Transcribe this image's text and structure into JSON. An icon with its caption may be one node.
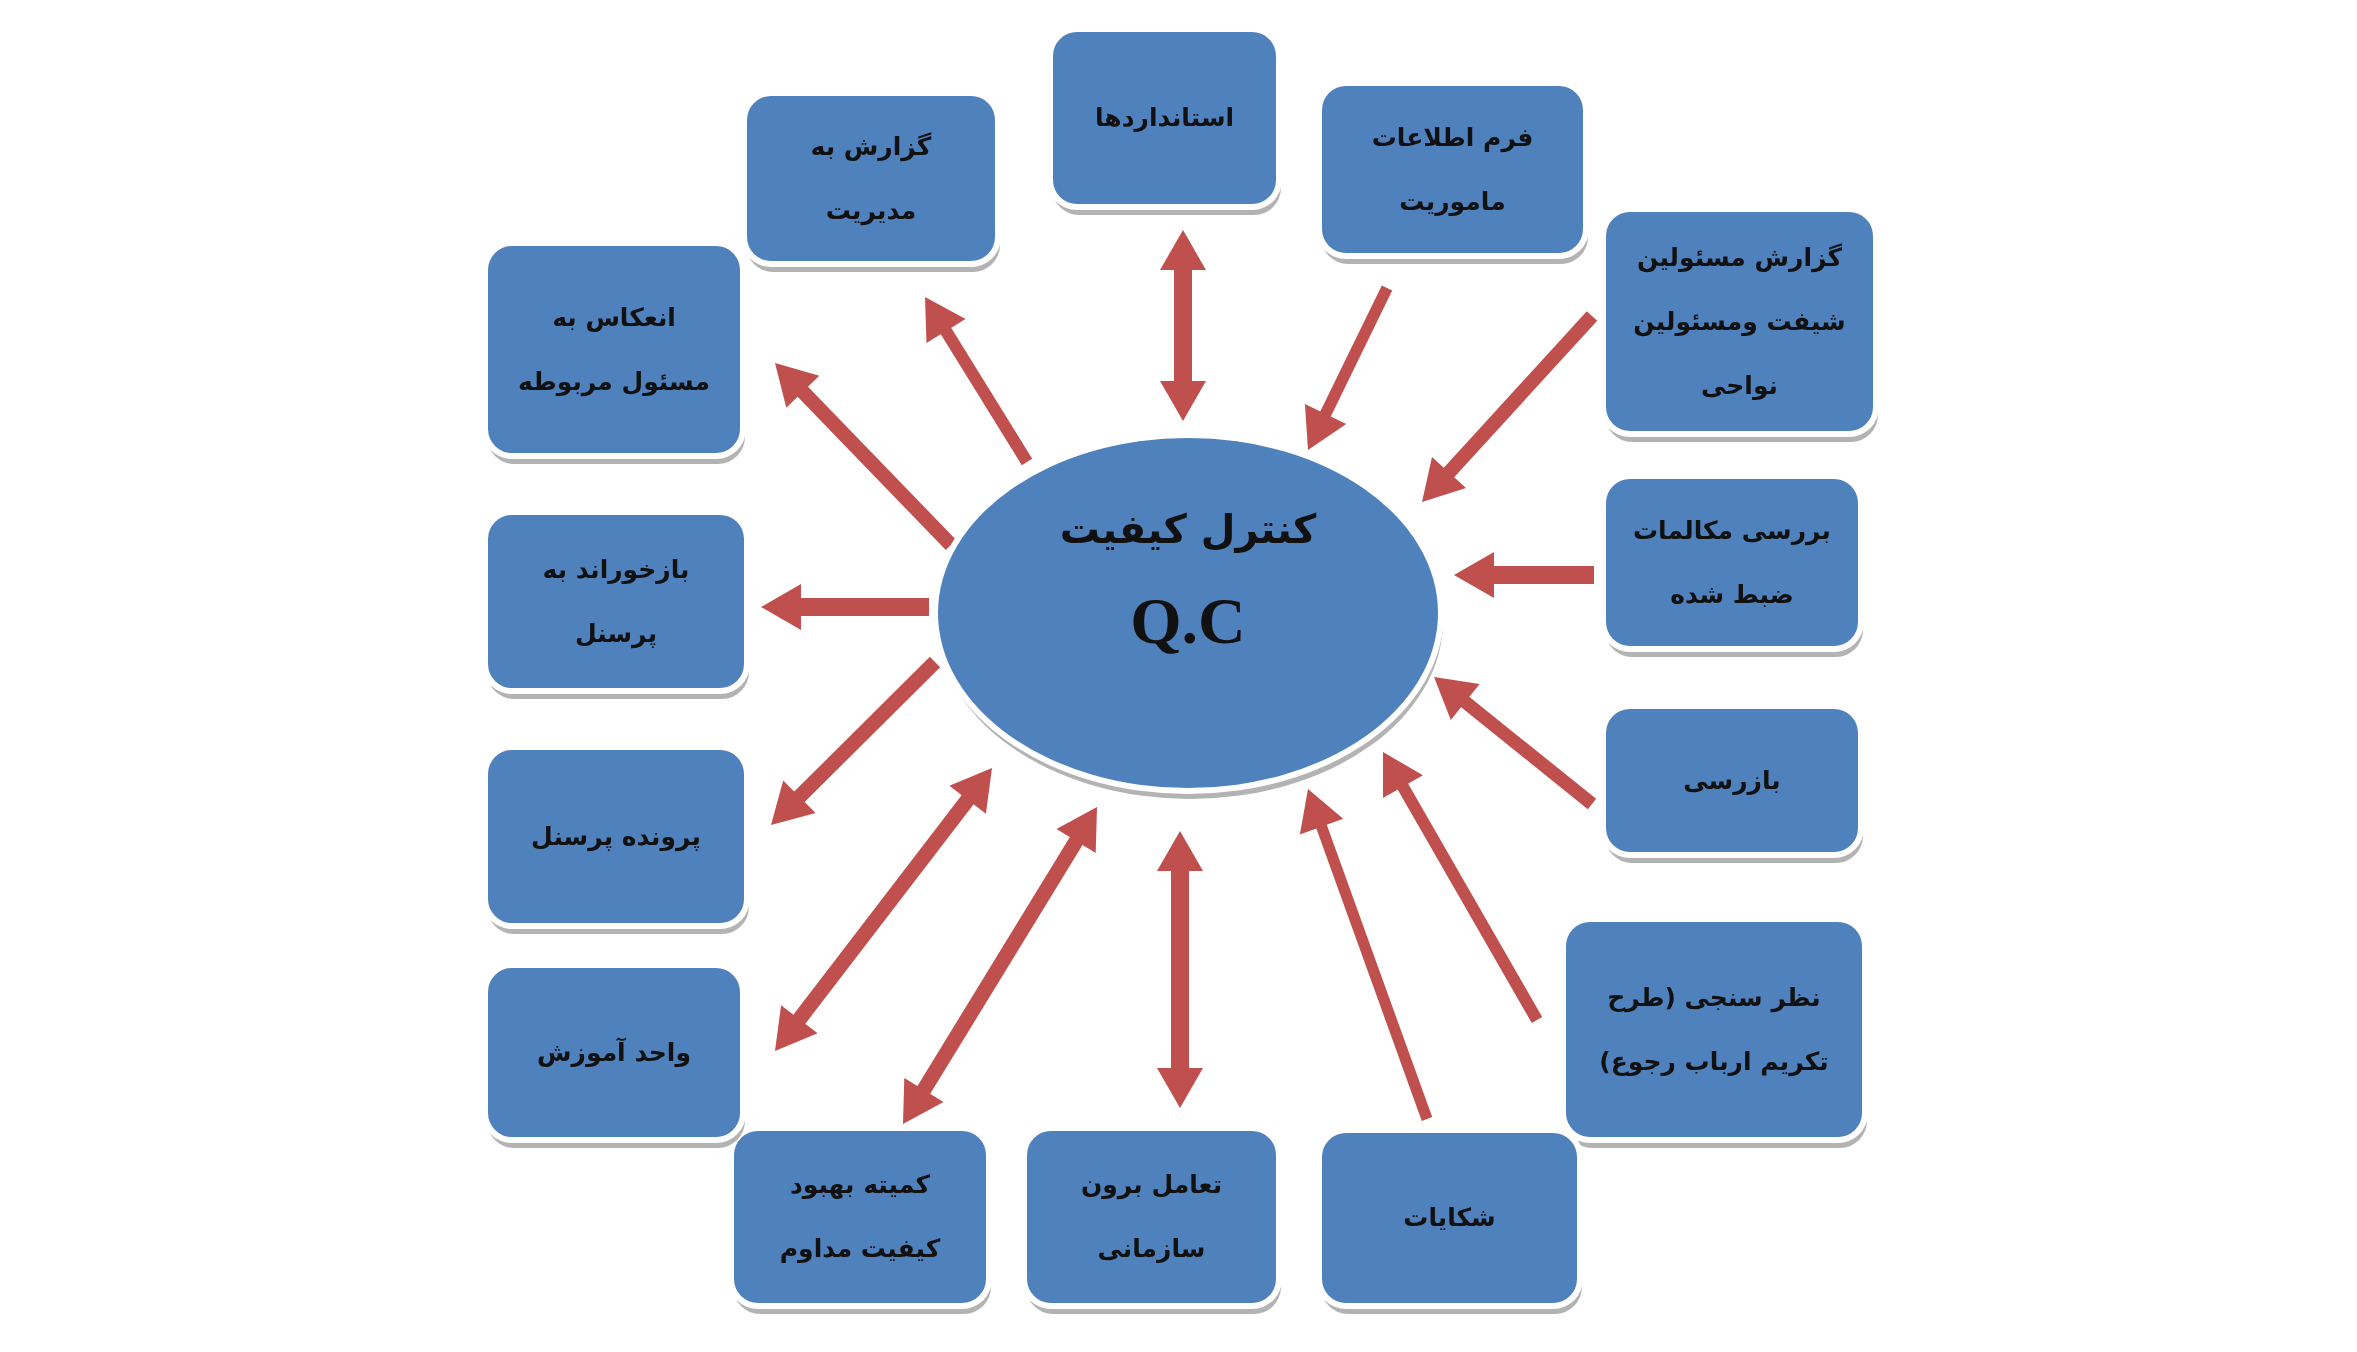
{
  "diagram": {
    "nodes": [
      {
        "text": [
          "کنترل کیفیت",
          "Q.C"
        ]
      },
      {
        "text": [
          "استانداردها"
        ]
      },
      {
        "text": [
          "فرم اطلاعات ماموریت"
        ]
      },
      {
        "text": [
          "گزارش مسئولین شیفت ومسئولین نواحی"
        ]
      },
      {
        "text": [
          "بررسی مکالمات ضبط شده"
        ]
      },
      {
        "text": [
          "بازرسی"
        ]
      },
      {
        "text": [
          "نظر سنجی (طرح تکریم ارباب رجوع)"
        ]
      },
      {
        "text": [
          "شکایات"
        ]
      },
      {
        "text": [
          "تعامل برون سازمانی"
        ]
      },
      {
        "text": [
          "کمیته بهبود کیفیت مداوم"
        ]
      },
      {
        "text": [
          "واحد آموزش"
        ]
      },
      {
        "text": [
          "پرونده پرسنل"
        ]
      },
      {
        "text": [
          "بازخوراند به پرسنل"
        ]
      },
      {
        "text": [
          "انعکاس به مسئول مربوطه"
        ]
      },
      {
        "text": [
          "گزارش به مدیریت"
        ]
      }
    ],
    "edges": [
      {
        "from": 1,
        "to": 0,
        "arrow": "both"
      },
      {
        "from": 2,
        "to": 0,
        "arrow": "to"
      },
      {
        "from": 3,
        "to": 0,
        "arrow": "to"
      },
      {
        "from": 4,
        "to": 0,
        "arrow": "to"
      },
      {
        "from": 5,
        "to": 0,
        "arrow": "to"
      },
      {
        "from": 6,
        "to": 0,
        "arrow": "to"
      },
      {
        "from": 7,
        "to": 0,
        "arrow": "to"
      },
      {
        "from": 0,
        "to": 8,
        "arrow": "both"
      },
      {
        "from": 0,
        "to": 9,
        "arrow": "both"
      },
      {
        "from": 0,
        "to": 10,
        "arrow": "both"
      },
      {
        "from": 0,
        "to": 11,
        "arrow": "to"
      },
      {
        "from": 0,
        "to": 12,
        "arrow": "to"
      },
      {
        "from": 0,
        "to": 13,
        "arrow": "to"
      },
      {
        "from": 0,
        "to": 14,
        "arrow": "to"
      }
    ]
  }
}
